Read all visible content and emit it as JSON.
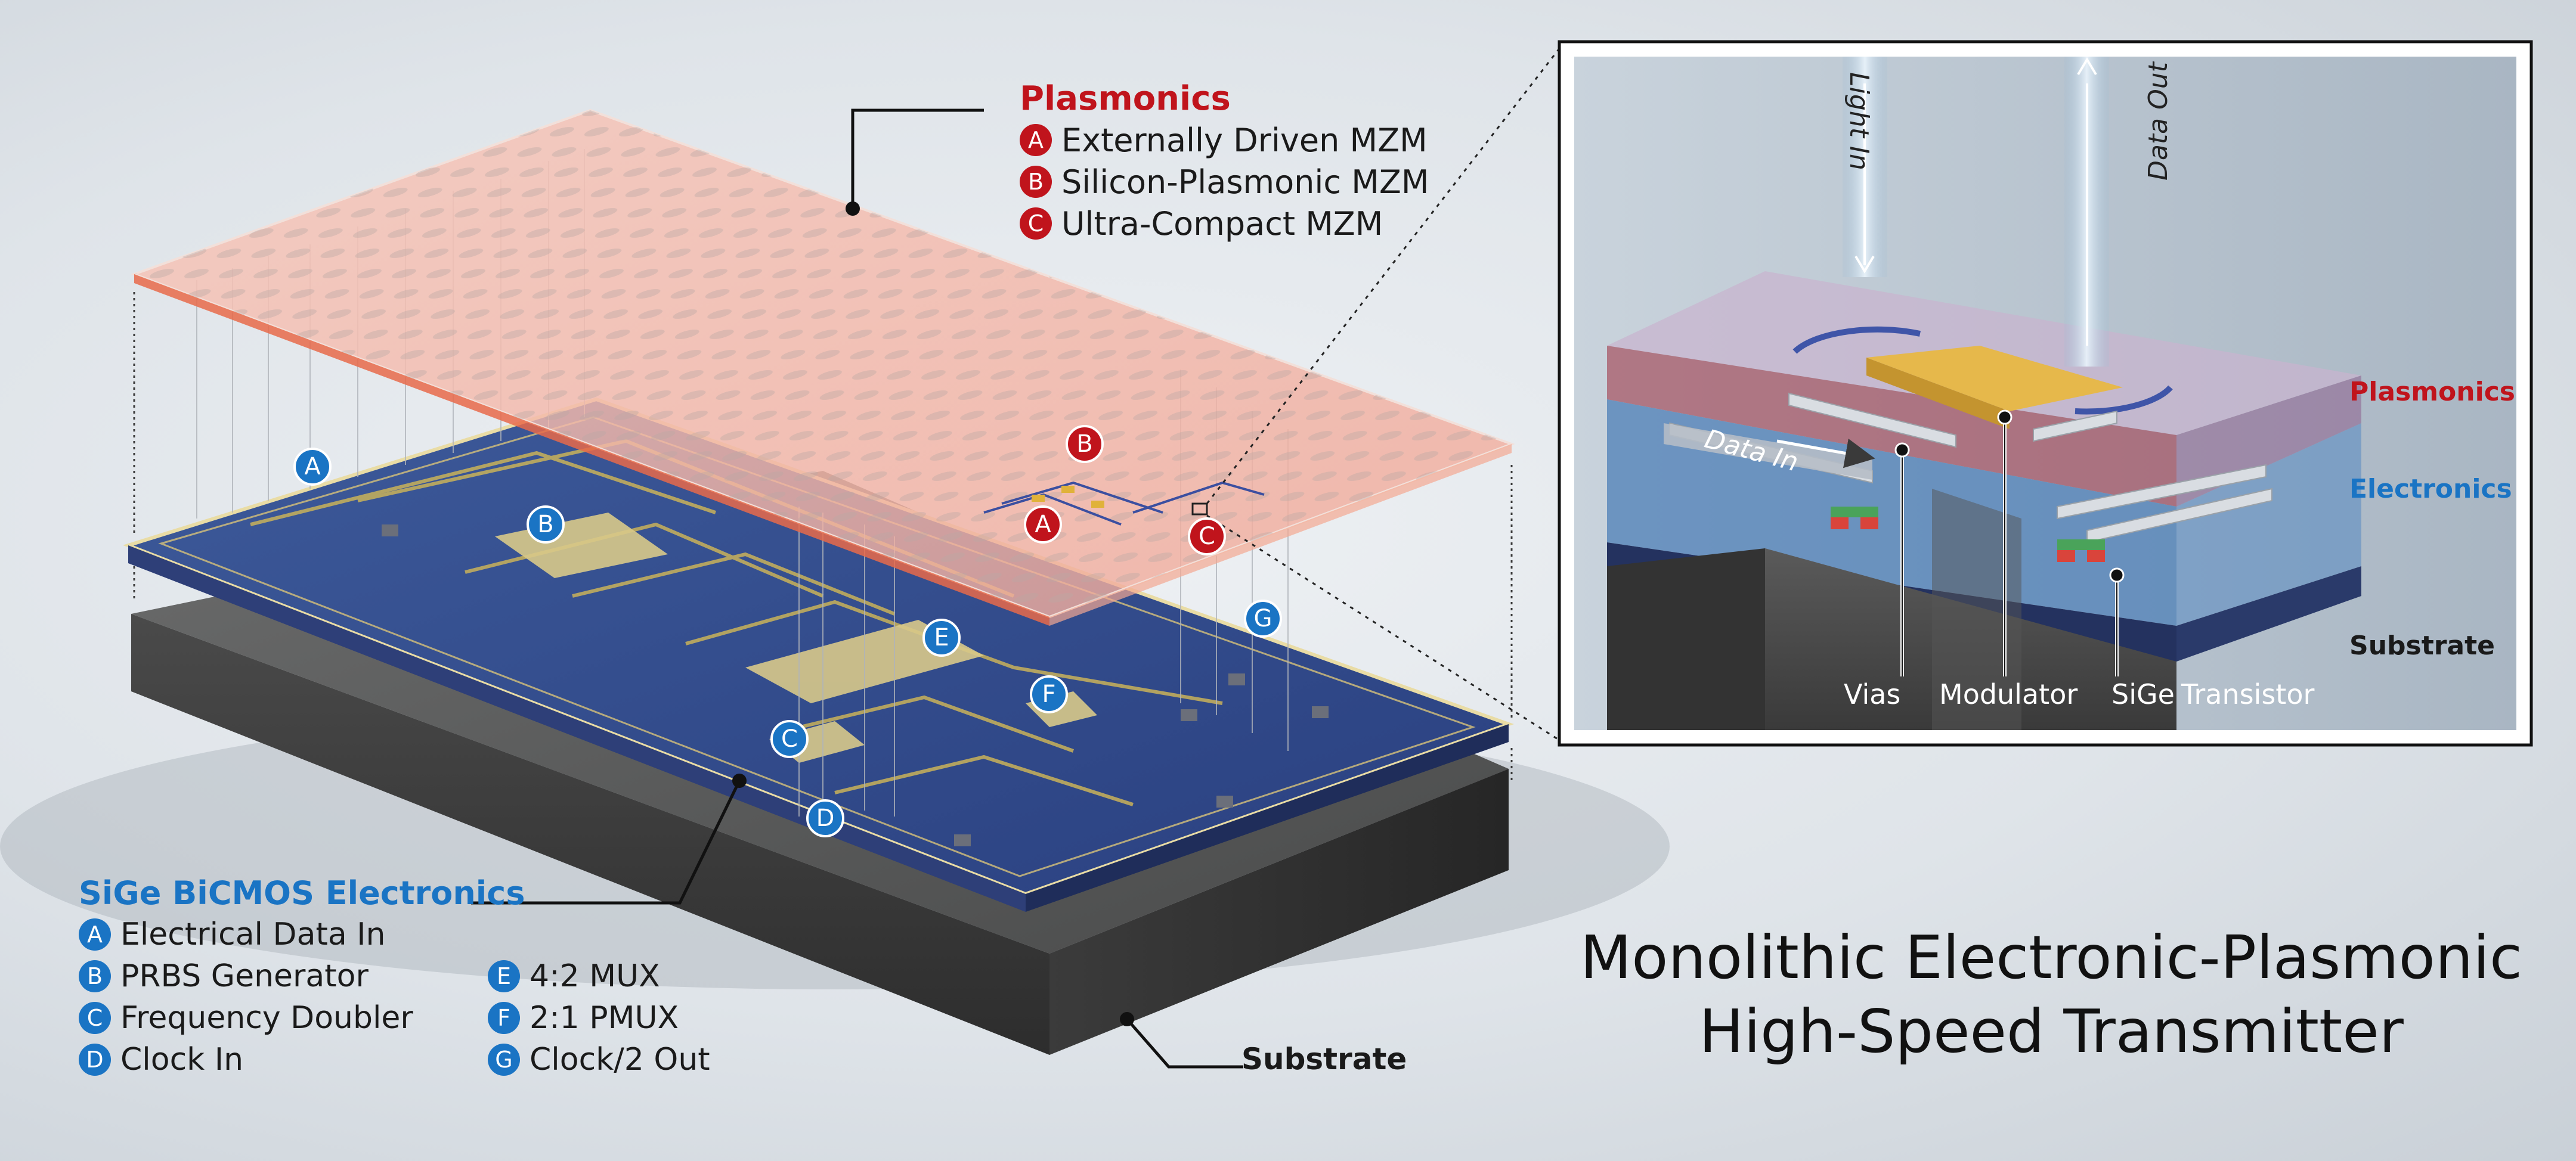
{
  "plasmonics_legend": {
    "title": "Plasmonics",
    "items": [
      {
        "badge": "A",
        "text": "Externally Driven MZM"
      },
      {
        "badge": "B",
        "text": "Silicon-Plasmonic MZM"
      },
      {
        "badge": "C",
        "text": "Ultra-Compact MZM"
      }
    ]
  },
  "electronics_legend": {
    "title": "SiGe BiCMOS Electronics",
    "left_items": [
      {
        "badge": "A",
        "text": "Electrical Data In"
      },
      {
        "badge": "B",
        "text": "PRBS Generator"
      },
      {
        "badge": "C",
        "text": "Frequency Doubler"
      },
      {
        "badge": "D",
        "text": "Clock In"
      }
    ],
    "right_items": [
      {
        "badge": "E",
        "text": "4:2 MUX"
      },
      {
        "badge": "F",
        "text": "2:1 PMUX"
      },
      {
        "badge": "G",
        "text": "Clock/2 Out"
      }
    ]
  },
  "substrate_label": "Substrate",
  "chip_markers": {
    "red": [
      "B",
      "A",
      "C"
    ],
    "blue": [
      "A",
      "B",
      "C",
      "D",
      "E",
      "F",
      "G"
    ]
  },
  "inset": {
    "light_in": "Light In",
    "data_out": "Data Out",
    "data_in": "Data In",
    "layers": {
      "plasmonics": "Plasmonics",
      "electronics": "Electronics",
      "substrate": "Substrate"
    },
    "callouts": {
      "vias": "Vias",
      "modulator": "Modulator",
      "sige": "SiGe",
      "transistor": "Transistor"
    }
  },
  "main_title": {
    "line1": "Monolithic Electronic-Plasmonic",
    "line2": "High-Speed Transmitter"
  },
  "colors": {
    "plasmonics_red": "#c0141c",
    "electronics_blue": "#1a74c4",
    "text_dark": "#1a1a1a"
  }
}
